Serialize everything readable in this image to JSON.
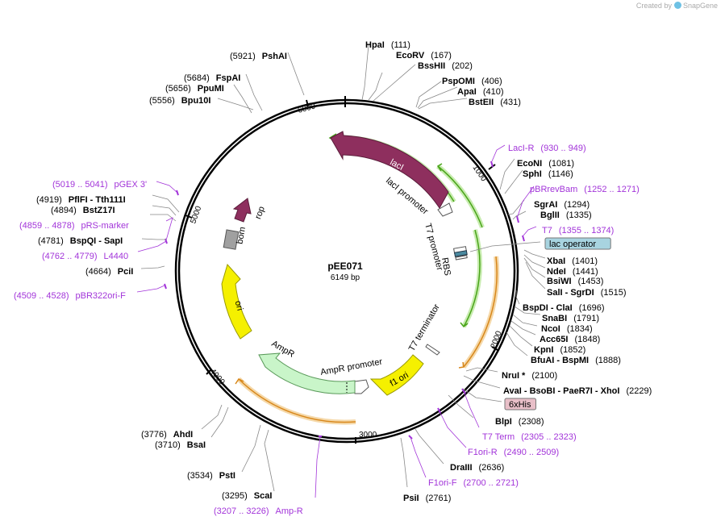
{
  "plasmid": {
    "name": "pEE071",
    "length_label": "6149 bp",
    "length": 6149
  },
  "credit": {
    "created_by": "Created by",
    "app": "SnapGene"
  },
  "ticks": [
    "1000",
    "2000",
    "3000",
    "4000",
    "5000",
    "6000"
  ],
  "sites": [
    {
      "name": "HpaI",
      "pos": "(111)",
      "type": "enzyme"
    },
    {
      "name": "EcoRV",
      "pos": "(167)",
      "type": "enzyme"
    },
    {
      "name": "BssHII",
      "pos": "(202)",
      "type": "enzyme"
    },
    {
      "name": "PspOMI",
      "pos": "(406)",
      "type": "enzyme"
    },
    {
      "name": "ApaI",
      "pos": "(410)",
      "type": "enzyme"
    },
    {
      "name": "BstEII",
      "pos": "(431)",
      "type": "enzyme"
    },
    {
      "name": "LacI-R",
      "pos": "(930 .. 949)",
      "type": "primer"
    },
    {
      "name": "EcoNI",
      "pos": "(1081)",
      "type": "enzyme"
    },
    {
      "name": "SphI",
      "pos": "(1146)",
      "type": "enzyme"
    },
    {
      "name": "pBRrevBam",
      "pos": "(1252 .. 1271)",
      "type": "primer"
    },
    {
      "name": "SgrAI",
      "pos": "(1294)",
      "type": "enzyme"
    },
    {
      "name": "BglII",
      "pos": "(1335)",
      "type": "enzyme"
    },
    {
      "name": "T7",
      "pos": "(1355 .. 1374)",
      "type": "primer"
    },
    {
      "name": "lac operator",
      "pos": "",
      "type": "feature"
    },
    {
      "name": "XbaI",
      "pos": "(1401)",
      "type": "enzyme"
    },
    {
      "name": "NdeI",
      "pos": "(1441)",
      "type": "enzyme"
    },
    {
      "name": "BsiWI",
      "pos": "(1453)",
      "type": "enzyme"
    },
    {
      "name": "SalI - SgrDI",
      "pos": "(1515)",
      "type": "enzyme"
    },
    {
      "name": "BspDI - ClaI",
      "pos": "(1696)",
      "type": "enzyme"
    },
    {
      "name": "SnaBI",
      "pos": "(1791)",
      "type": "enzyme"
    },
    {
      "name": "NcoI",
      "pos": "(1834)",
      "type": "enzyme"
    },
    {
      "name": "Acc65I",
      "pos": "(1848)",
      "type": "enzyme"
    },
    {
      "name": "KpnI",
      "pos": "(1852)",
      "type": "enzyme"
    },
    {
      "name": "BfuAI - BspMI",
      "pos": "(1888)",
      "type": "enzyme"
    },
    {
      "name": "NruI *",
      "pos": "(2100)",
      "type": "enzyme"
    },
    {
      "name": "AvaI - BsoBI - PaeR7I - XhoI",
      "pos": "(2229)",
      "type": "enzyme"
    },
    {
      "name": "6xHis",
      "pos": "",
      "type": "feature"
    },
    {
      "name": "BlpI",
      "pos": "(2308)",
      "type": "enzyme"
    },
    {
      "name": "T7 Term",
      "pos": "(2305 .. 2323)",
      "type": "primer"
    },
    {
      "name": "F1ori-R",
      "pos": "(2490 .. 2509)",
      "type": "primer"
    },
    {
      "name": "DraIII",
      "pos": "(2636)",
      "type": "enzyme"
    },
    {
      "name": "F1ori-F",
      "pos": "(2700 .. 2721)",
      "type": "primer"
    },
    {
      "name": "PsiI",
      "pos": "(2761)",
      "type": "enzyme"
    },
    {
      "name": "Amp-R",
      "pos": "(3207 .. 3226)",
      "type": "primer"
    },
    {
      "name": "ScaI",
      "pos": "(3295)",
      "type": "enzyme"
    },
    {
      "name": "PstI",
      "pos": "(3534)",
      "type": "enzyme"
    },
    {
      "name": "BsaI",
      "pos": "(3710)",
      "type": "enzyme"
    },
    {
      "name": "AhdI",
      "pos": "(3776)",
      "type": "enzyme"
    },
    {
      "name": "pBR322ori-F",
      "pos": "(4509 .. 4528)",
      "type": "primer"
    },
    {
      "name": "PciI",
      "pos": "(4664)",
      "type": "enzyme"
    },
    {
      "name": "L4440",
      "pos": "(4762 .. 4779)",
      "type": "primer"
    },
    {
      "name": "BspQI - SapI",
      "pos": "(4781)",
      "type": "enzyme"
    },
    {
      "name": "pRS-marker",
      "pos": "(4859 .. 4878)",
      "type": "primer"
    },
    {
      "name": "BstZ17I",
      "pos": "(4894)",
      "type": "enzyme"
    },
    {
      "name": "PflFI - Tth111I",
      "pos": "(4919)",
      "type": "enzyme"
    },
    {
      "name": "pGEX 3'",
      "pos": "(5019 .. 5041)",
      "type": "primer"
    },
    {
      "name": "Bpu10I",
      "pos": "(5556)",
      "type": "enzyme"
    },
    {
      "name": "PpuMI",
      "pos": "(5656)",
      "type": "enzyme"
    },
    {
      "name": "FspAI",
      "pos": "(5684)",
      "type": "enzyme"
    },
    {
      "name": "PshAI",
      "pos": "(5921)",
      "type": "enzyme"
    }
  ],
  "features": [
    {
      "name": "lacI",
      "color": "#8e2f5e"
    },
    {
      "name": "lacI promoter",
      "color": "#ffffff"
    },
    {
      "name": "T7 promoter",
      "color": "#ffffff"
    },
    {
      "name": "RBS",
      "color": "#ffffff"
    },
    {
      "name": "T7 terminator",
      "color": "#ffffff"
    },
    {
      "name": "f1 ori",
      "color": "#f5f000"
    },
    {
      "name": "AmpR promoter",
      "color": "#ffffff"
    },
    {
      "name": "AmpR",
      "color": "#c9f5c9"
    },
    {
      "name": "ori",
      "color": "#f5f000"
    },
    {
      "name": "bom",
      "color": "#a0a0a0"
    },
    {
      "name": "rop",
      "color": "#8e2f5e"
    }
  ],
  "colors": {
    "primer": "#a234d9",
    "orf_green": "#4aa51a",
    "orf_orange": "#d8881c",
    "lac_operator_box": "#a8d4e0",
    "his_box": "#e8bfc8"
  }
}
